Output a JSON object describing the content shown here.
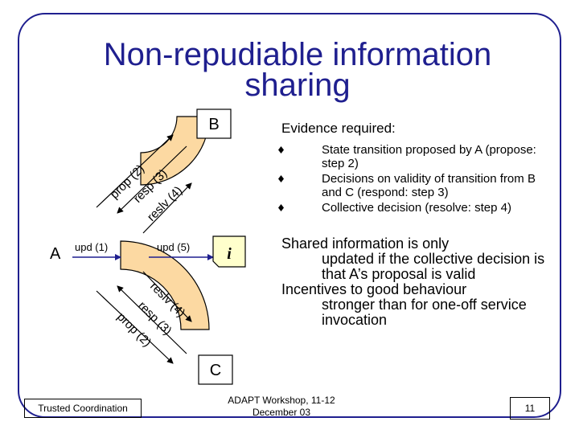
{
  "slide": {
    "title_line1": "Non-repudiable information",
    "title_line2": "sharing"
  },
  "diagram": {
    "node_a": "A",
    "node_b": "B",
    "node_c": "C",
    "info_symbol": "i",
    "upd1": "upd (1)",
    "upd5": "upd (5)",
    "top_prop": "prop (2)",
    "top_resp": "resp (3)",
    "top_reslv": "reslv (4)",
    "bot_reslv": "reslv (4)",
    "bot_resp": "resp (3)",
    "bot_prop": "prop (2)"
  },
  "evidence": {
    "title": "Evidence required:",
    "items": [
      "State transition proposed by A (propose: step 2)",
      "Decisions on validity of transition from B and C (respond: step 3)",
      "Collective decision (resolve: step 4)"
    ]
  },
  "shared": {
    "line1": "Shared information is only",
    "line1_cont": "updated if the collective decision is that A’s proposal is valid",
    "line2": "Incentives to good behaviour",
    "line2_cont": "stronger than for one-off service invocation"
  },
  "footer": {
    "left": "Trusted Coordination",
    "middle": "ADAPT Workshop, 11-12 December 03",
    "page": "11"
  },
  "colors": {
    "accent": "#1f1f8f",
    "arc_fill": "#fcd9a2",
    "note_fill": "#ffffcc"
  }
}
